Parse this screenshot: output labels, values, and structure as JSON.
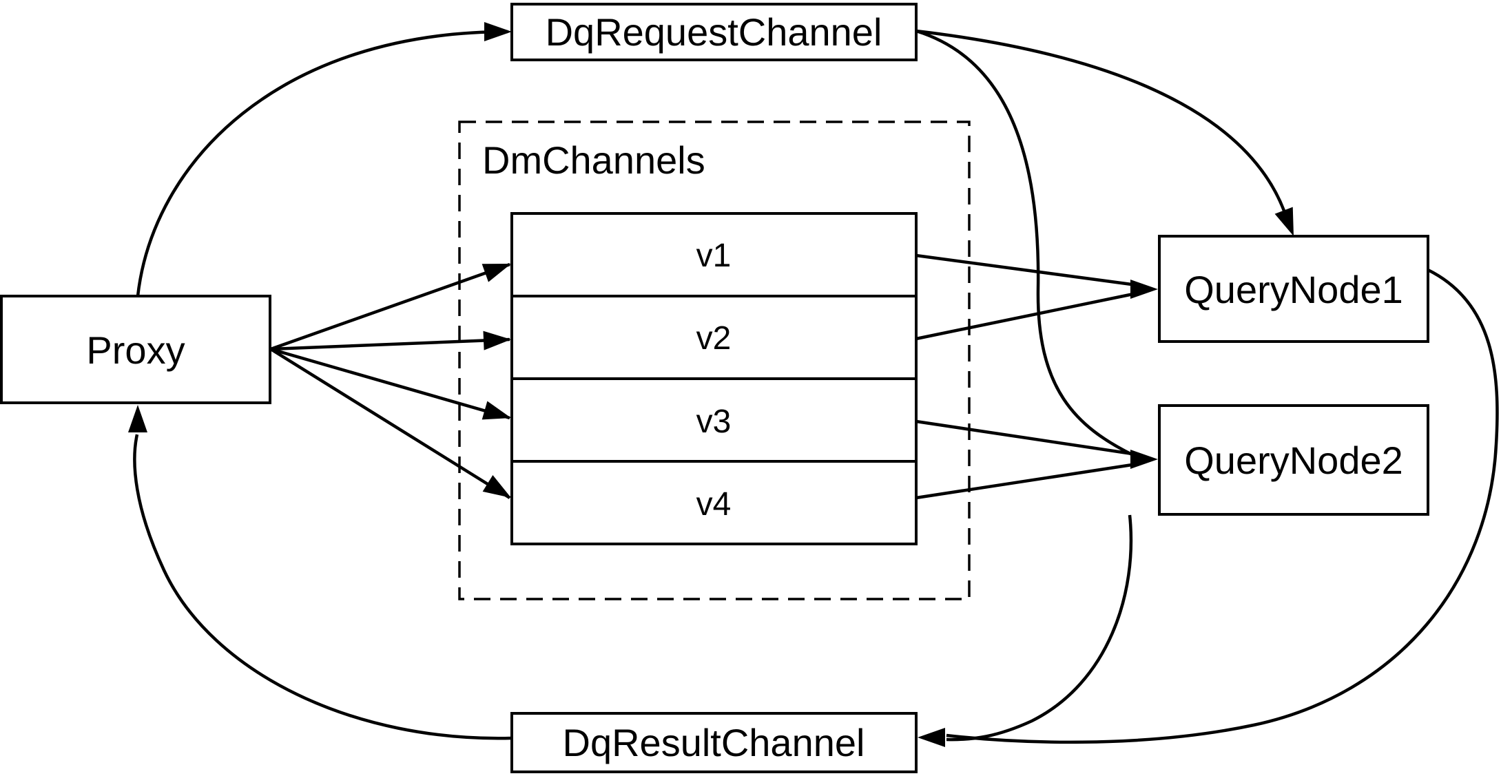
{
  "diagram": {
    "title": "query channel flow diagram",
    "colors": {
      "background": "#ffffff",
      "stroke": "#000000",
      "text": "#000000"
    },
    "nodes": {
      "proxy": {
        "label": "Proxy"
      },
      "request_channel": {
        "label": "DqRequestChannel"
      },
      "dm_channels_group": {
        "label": "DmChannels"
      },
      "channels": [
        {
          "label": "v1"
        },
        {
          "label": "v2"
        },
        {
          "label": "v3"
        },
        {
          "label": "v4"
        }
      ],
      "query_node1": {
        "label": "QueryNode1"
      },
      "query_node2": {
        "label": "QueryNode2"
      },
      "result_channel": {
        "label": "DqResultChannel"
      }
    },
    "edges": [
      {
        "from": "Proxy",
        "to": "DqRequestChannel"
      },
      {
        "from": "DqRequestChannel",
        "to": "QueryNode1"
      },
      {
        "from": "DqRequestChannel",
        "to": "QueryNode2"
      },
      {
        "from": "Proxy",
        "to": "v1"
      },
      {
        "from": "Proxy",
        "to": "v2"
      },
      {
        "from": "Proxy",
        "to": "v3"
      },
      {
        "from": "Proxy",
        "to": "v4"
      },
      {
        "from": "v1",
        "to": "QueryNode1"
      },
      {
        "from": "v2",
        "to": "QueryNode1"
      },
      {
        "from": "v3",
        "to": "QueryNode2"
      },
      {
        "from": "v4",
        "to": "QueryNode2"
      },
      {
        "from": "QueryNode1",
        "to": "DqResultChannel"
      },
      {
        "from": "QueryNode2",
        "to": "DqResultChannel"
      },
      {
        "from": "DqResultChannel",
        "to": "Proxy"
      }
    ]
  }
}
